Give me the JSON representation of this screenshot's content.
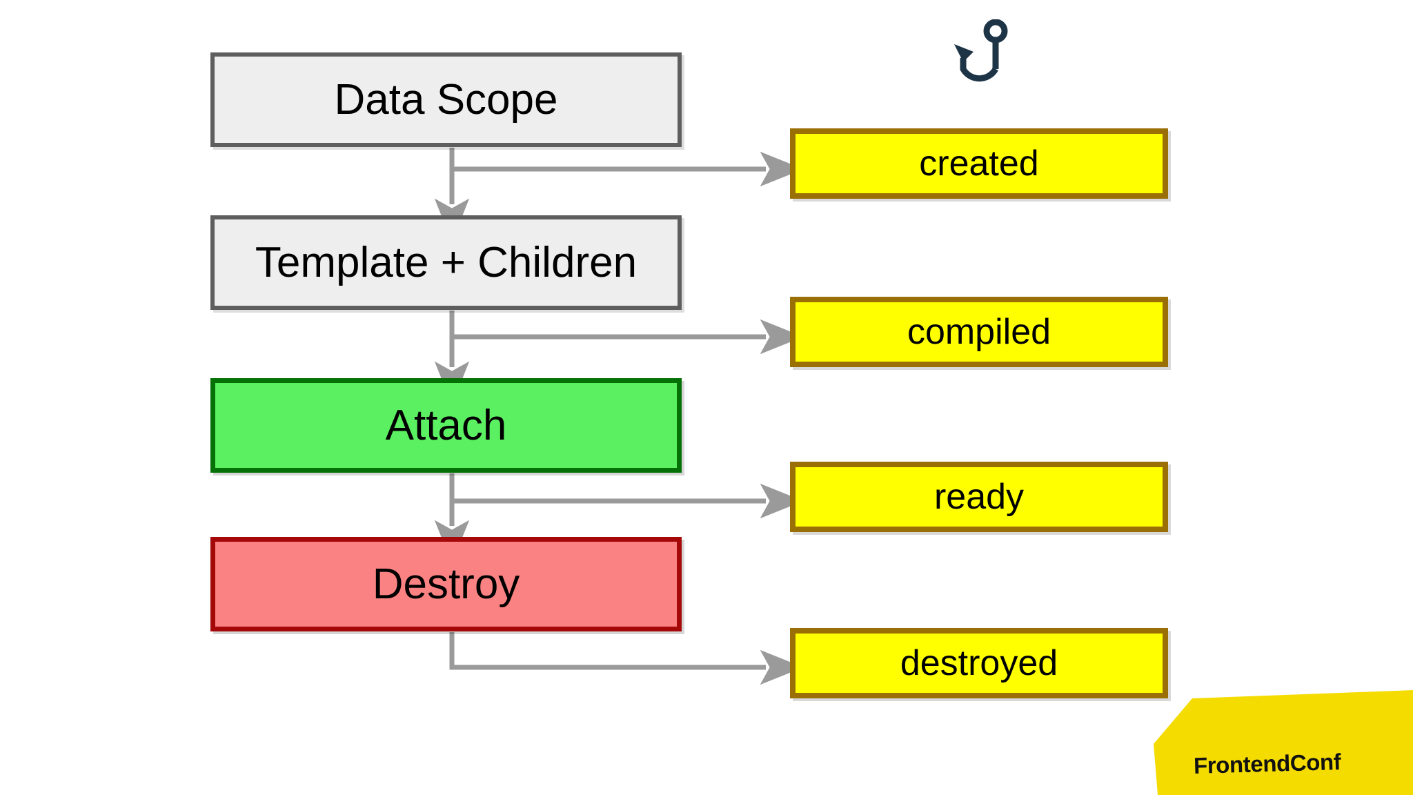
{
  "slide": {
    "background_color": "#ffffff",
    "title_icon": "fishing-hook-icon"
  },
  "lifecycle_stages": [
    {
      "label": "Data Scope",
      "style": "grey",
      "fill": "#eeeeee",
      "border": "#5e5e5e"
    },
    {
      "label": "Template + Children",
      "style": "grey",
      "fill": "#eeeeee",
      "border": "#5e5e5e"
    },
    {
      "label": "Attach",
      "style": "green",
      "fill": "#5bf062",
      "border": "#057005"
    },
    {
      "label": "Destroy",
      "style": "red",
      "fill": "#fb8282",
      "border": "#a50808"
    }
  ],
  "hooks": [
    {
      "label": "created",
      "fill": "#ffff00",
      "border": "#9a6f06"
    },
    {
      "label": "compiled",
      "fill": "#ffff00",
      "border": "#9a6f06"
    },
    {
      "label": "ready",
      "fill": "#ffff00",
      "border": "#9a6f06"
    },
    {
      "label": "destroyed",
      "fill": "#ffff00",
      "border": "#9a6f06"
    }
  ],
  "connectors": {
    "color": "#9a9a9a",
    "count": 4,
    "description": "elbow arrows from each stage to its hook, plus downward arrows between stages"
  },
  "brand": {
    "name": "FrontendConf",
    "shape_color": "#f5dc00",
    "text_color": "#111111"
  },
  "hook_icon": {
    "name": "fishing-hook-icon",
    "color": "#1d3446"
  }
}
